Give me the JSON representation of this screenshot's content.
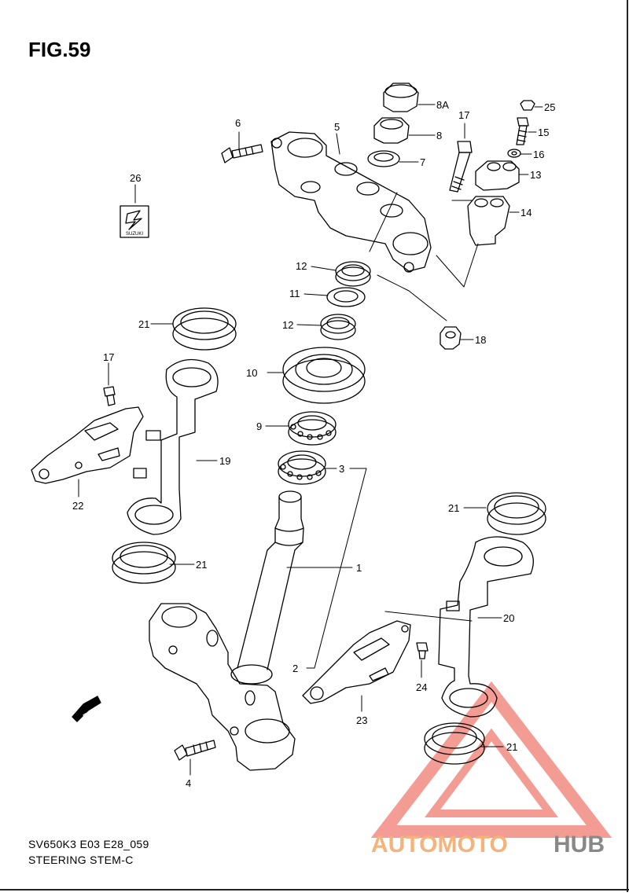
{
  "figure": {
    "title": "FIG.59",
    "model_code": "SV650K3 E03 E28_059",
    "section_name": "STEERING STEM-C"
  },
  "watermark": {
    "brand_left": "AUTOMOTO",
    "brand_right": "HUB",
    "color_left": "#f5b27a",
    "color_right": "#888888",
    "triangle_color": "#f28b82"
  },
  "badge": {
    "text": "SUZUKI"
  },
  "direction_marker": {
    "text": "FWD"
  },
  "callouts": [
    {
      "id": "c-1",
      "label": "1"
    },
    {
      "id": "c-2",
      "label": "2"
    },
    {
      "id": "c-3",
      "label": "3"
    },
    {
      "id": "c-4",
      "label": "4"
    },
    {
      "id": "c-5",
      "label": "5"
    },
    {
      "id": "c-6",
      "label": "6"
    },
    {
      "id": "c-7",
      "label": "7"
    },
    {
      "id": "c-8",
      "label": "8"
    },
    {
      "id": "c-8a",
      "label": "8A"
    },
    {
      "id": "c-9",
      "label": "9"
    },
    {
      "id": "c-10",
      "label": "10"
    },
    {
      "id": "c-11",
      "label": "11"
    },
    {
      "id": "c-12a",
      "label": "12"
    },
    {
      "id": "c-12b",
      "label": "12"
    },
    {
      "id": "c-13",
      "label": "13"
    },
    {
      "id": "c-14",
      "label": "14"
    },
    {
      "id": "c-15",
      "label": "15"
    },
    {
      "id": "c-16",
      "label": "16"
    },
    {
      "id": "c-17a",
      "label": "17"
    },
    {
      "id": "c-17b",
      "label": "17"
    },
    {
      "id": "c-18",
      "label": "18"
    },
    {
      "id": "c-19",
      "label": "19"
    },
    {
      "id": "c-20",
      "label": "20"
    },
    {
      "id": "c-21a",
      "label": "21"
    },
    {
      "id": "c-21b",
      "label": "21"
    },
    {
      "id": "c-21c",
      "label": "21"
    },
    {
      "id": "c-21d",
      "label": "21"
    },
    {
      "id": "c-22",
      "label": "22"
    },
    {
      "id": "c-23",
      "label": "23"
    },
    {
      "id": "c-24",
      "label": "24"
    },
    {
      "id": "c-25",
      "label": "25"
    },
    {
      "id": "c-26",
      "label": "26"
    }
  ]
}
